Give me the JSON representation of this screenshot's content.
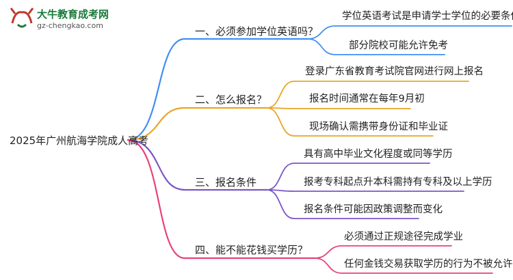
{
  "logo": {
    "name": "大牛教育成考网",
    "url": "gz-chengkao.com",
    "icon": "bull-logo-icon"
  },
  "root": "2025年广州航海学院成人高考",
  "branches": [
    {
      "label": "一、必须参加学位英语吗？",
      "color": "#3f8ef5",
      "children": [
        "学位英语考试是申请学士学位的必要条件",
        "部分院校可能允许免考"
      ]
    },
    {
      "label": "二、怎么报名？",
      "color": "#e8a526",
      "children": [
        "登录广东省教育考试院官网进行网上报名",
        "报名时间通常在每年9月初",
        "现场确认需携带身份证和毕业证"
      ]
    },
    {
      "label": "三、报名条件",
      "color": "#7b55c7",
      "children": [
        "具有高中毕业文化程度或同等学历",
        "报考专科起点升本科需持有专科及以上学历",
        "报名条件可能因政策调整而变化"
      ]
    },
    {
      "label": "四、能不能花钱买学历？",
      "color": "#e8417a",
      "children": [
        "必须通过正规途径完成学业",
        "任何金钱交易获取学历的行为不被允许"
      ]
    }
  ]
}
